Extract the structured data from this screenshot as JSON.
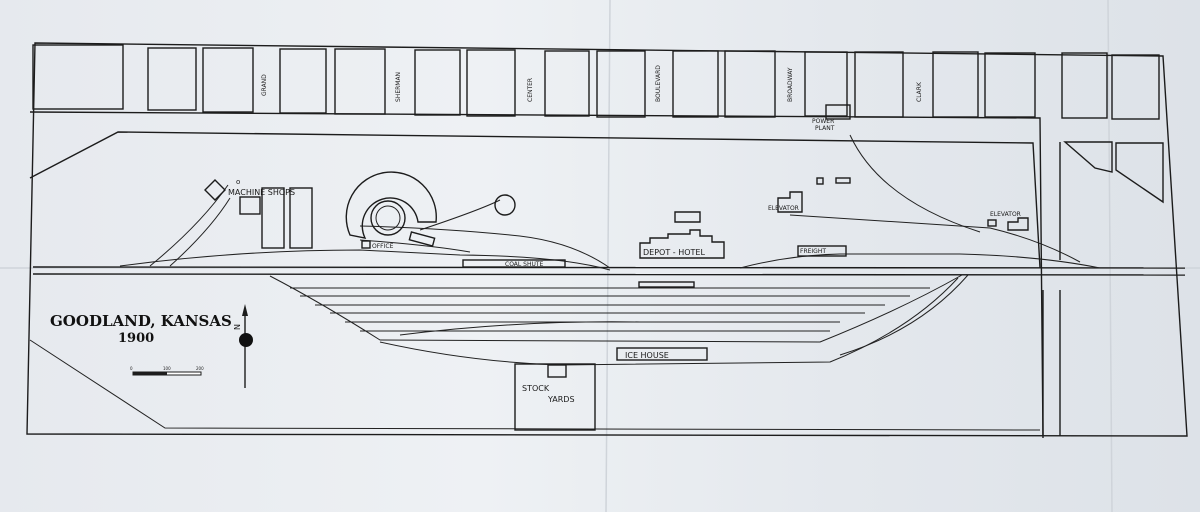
{
  "title": {
    "place": "GOODLAND, KANSAS",
    "year": "1900"
  },
  "north": {
    "letter": "N"
  },
  "scale_bar": {
    "labels": [
      "0",
      "100",
      "200"
    ]
  },
  "streets": [
    "GRAND",
    "SHERMAN",
    "CENTER",
    "BOULEVARD",
    "BROADWAY",
    "CLARK"
  ],
  "buildings": {
    "machine_shops": "MACHINE SHOPS",
    "office": "OFFICE",
    "coal_shute": "COAL SHUTE",
    "depot_hotel": "DEPOT - HOTEL",
    "elevator_1": "ELEVATOR",
    "elevator_2": "ELEVATOR",
    "freight": "FREIGHT",
    "power_plant": [
      "POWER",
      "PLANT"
    ],
    "ice_house": "ICE HOUSE",
    "stock_yards": [
      "STOCK",
      "YARDS"
    ]
  },
  "colors": {
    "paper": "#e9ecf0",
    "ink": "#1c1c1c"
  }
}
